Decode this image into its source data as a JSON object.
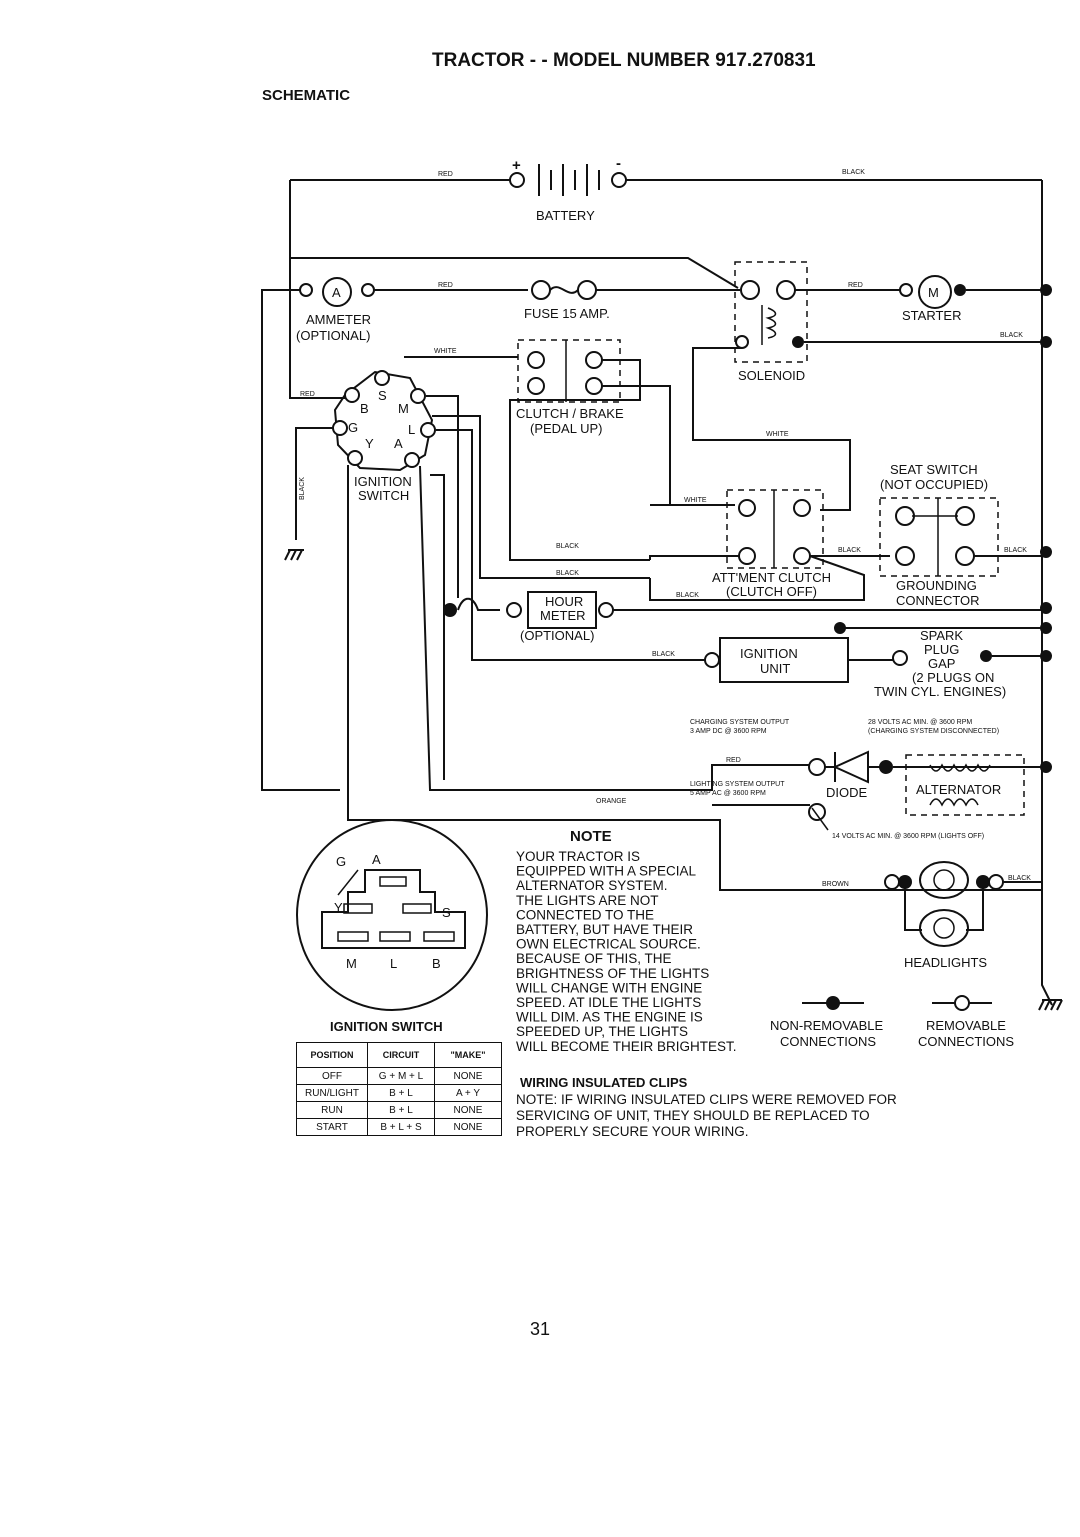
{
  "title": "TRACTOR - - MODEL NUMBER 917.270831",
  "subtitle": "SCHEMATIC",
  "battery": {
    "label": "BATTERY",
    "plus": "+",
    "minus": "-"
  },
  "ammeter": {
    "symbol": "A",
    "label1": "AMMETER",
    "label2": "(OPTIONAL)"
  },
  "fuse": {
    "label": "FUSE 15 AMP."
  },
  "solenoid": {
    "label": "SOLENOID"
  },
  "starter": {
    "symbol": "M",
    "label": "STARTER"
  },
  "clutch_brake": {
    "label1": "CLUTCH / BRAKE",
    "label2": "(PEDAL UP)"
  },
  "ignition_switch": {
    "label1": "IGNITION",
    "label2": "SWITCH",
    "terminals": [
      "B",
      "S",
      "M",
      "G",
      "L",
      "Y",
      "A"
    ]
  },
  "seat_switch": {
    "label1": "SEAT SWITCH",
    "label2": "(NOT OCCUPIED)"
  },
  "attachment_clutch": {
    "label1": "ATT'MENT CLUTCH",
    "label2": "(CLUTCH OFF)"
  },
  "grounding_connector": {
    "label1": "GROUNDING",
    "label2": "CONNECTOR"
  },
  "hour_meter": {
    "label1": "HOUR",
    "label2": "METER",
    "label3": "(OPTIONAL)"
  },
  "ignition_unit": {
    "label1": "IGNITION",
    "label2": "UNIT"
  },
  "spark_plug": {
    "label1": "SPARK",
    "label2": "PLUG",
    "label3": "GAP",
    "label4": "(2 PLUGS ON",
    "label5": "TWIN CYL. ENGINES)"
  },
  "charging": {
    "line1": "CHARGING SYSTEM OUTPUT",
    "line2": "3 AMP DC @ 3600 RPM",
    "rline1": "28 VOLTS AC MIN. @ 3600 RPM",
    "rline2": "(CHARGING SYSTEM DISCONNECTED)"
  },
  "lighting": {
    "line1": "LIGHTING SYSTEM OUTPUT",
    "line2": "5 AMP AC @ 3600 RPM",
    "ac_note": "14 VOLTS AC MIN. @ 3600 RPM (LIGHTS OFF)"
  },
  "diode": {
    "label": "DIODE"
  },
  "alternator": {
    "label": "ALTERNATOR"
  },
  "headlights": {
    "label": "HEADLIGHTS"
  },
  "wire_colors": {
    "red": "RED",
    "black": "BLACK",
    "white": "WHITE",
    "orange": "ORANGE",
    "brown": "BROWN"
  },
  "note": {
    "heading": "NOTE",
    "lines": [
      "YOUR TRACTOR IS",
      "EQUIPPED WITH A SPECIAL",
      "ALTERNATOR SYSTEM.",
      "THE LIGHTS ARE NOT",
      "CONNECTED TO THE",
      "BATTERY, BUT HAVE THEIR",
      "OWN ELECTRICAL SOURCE.",
      "BECAUSE OF THIS, THE",
      "BRIGHTNESS OF THE LIGHTS",
      "WILL CHANGE WITH ENGINE",
      "SPEED.  AT IDLE THE LIGHTS",
      "WILL DIM.  AS THE ENGINE IS",
      "SPEEDED UP, THE LIGHTS",
      "WILL BECOME THEIR BRIGHTEST."
    ]
  },
  "legend": {
    "nonremovable1": "NON-REMOVABLE",
    "nonremovable2": "CONNECTIONS",
    "removable1": "REMOVABLE",
    "removable2": "CONNECTIONS"
  },
  "clips": {
    "heading": "WIRING INSULATED CLIPS",
    "lines": [
      "NOTE: IF WIRING INSULATED CLIPS WERE REMOVED FOR",
      "SERVICING OF UNIT, THEY SHOULD BE REPLACED TO",
      "PROPERLY SECURE YOUR WIRING."
    ]
  },
  "switch_face": {
    "top": [
      "G",
      "A"
    ],
    "mid": [
      "Y",
      "S"
    ],
    "bottom": [
      "M",
      "L",
      "B"
    ]
  },
  "switch_table": {
    "title": "IGNITION SWITCH",
    "headers": [
      "POSITION",
      "CIRCUIT",
      "\"MAKE\""
    ],
    "rows": [
      [
        "OFF",
        "G + M + L",
        "NONE"
      ],
      [
        "RUN/LIGHT",
        "B + L",
        "A + Y"
      ],
      [
        "RUN",
        "B + L",
        "NONE"
      ],
      [
        "START",
        "B + L + S",
        "NONE"
      ]
    ]
  },
  "page_number": "31"
}
